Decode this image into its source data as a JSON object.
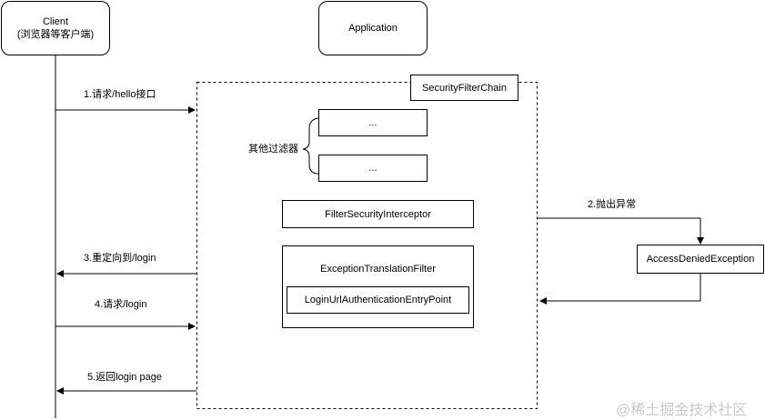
{
  "actors": {
    "client": {
      "line1": "Client",
      "line2": "(浏览器等客户端)"
    },
    "application": "Application"
  },
  "chain": {
    "title": "SecurityFilterChain",
    "other_filters_label": "其他过滤器",
    "other_filter_1": "...",
    "other_filter_2": "...",
    "interceptor": "FilterSecurityInterceptor",
    "exception_filter": "ExceptionTranslationFilter",
    "entry_point": "LoginUrlAuthenticationEntryPoint"
  },
  "exception": "AccessDeniedException",
  "messages": {
    "step1": "1.请求/hello接口",
    "step2": "2.抛出异常",
    "step3": "3.重定向到/login",
    "step4": "4.请求/login",
    "step5": "5.返回login page"
  },
  "watermark": "@稀土掘金技术社区"
}
